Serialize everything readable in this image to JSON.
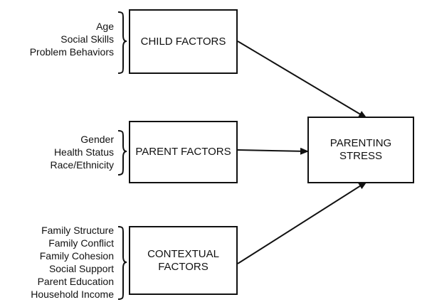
{
  "boxes": {
    "child": [
      "CHILD FACTORS"
    ],
    "parent": [
      "PARENT FACTORS"
    ],
    "contextual": [
      "CONTEXTUAL",
      "FACTORS"
    ],
    "outcome": [
      "PARENTING",
      "STRESS"
    ]
  },
  "lists": {
    "child": [
      "Age",
      "Social Skills",
      "Problem Behaviors"
    ],
    "parent": [
      "Gender",
      "Health Status",
      "Race/Ethnicity"
    ],
    "contextual": [
      "Family Structure",
      "Family Conflict",
      "Family Cohesion",
      "Social Support",
      "Parent Education",
      "Household Income"
    ]
  },
  "colors": {
    "stroke": "#111111",
    "background": "#ffffff"
  }
}
